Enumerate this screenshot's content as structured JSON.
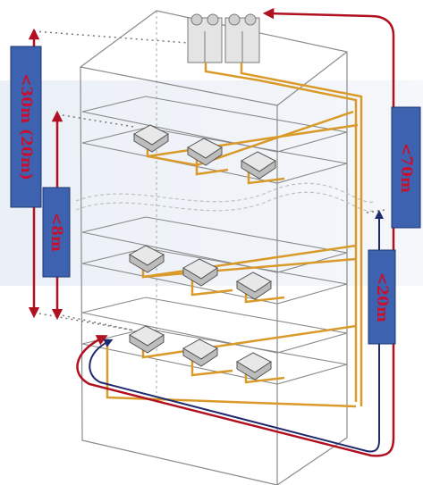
{
  "diagram": {
    "labels": {
      "total_height": "<30m (20m)",
      "floor_height": "<8m",
      "pipe_length": "<70m",
      "indoor_height": "<20m"
    },
    "colors": {
      "label_box": "#3d62b0",
      "label_text": "#c8102e",
      "red_line": "#b01020",
      "blue_line": "#1e2a6e",
      "pipe": "#d99a2a",
      "building": "#8a8a8a"
    },
    "indoor_units": 9,
    "floors": 3
  }
}
